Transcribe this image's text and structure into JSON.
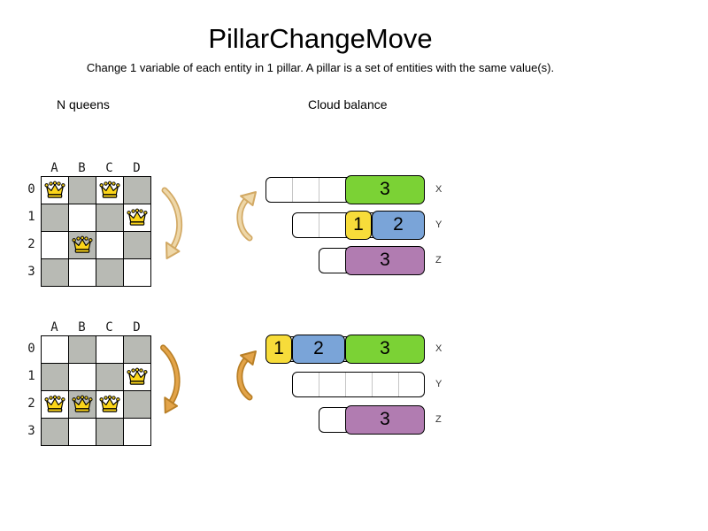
{
  "title": "PillarChangeMove",
  "subtitle": "Change 1 variable of each entity in 1 pillar. A pillar is a set of entities with the same value(s).",
  "sections": [
    {
      "label": "N queens"
    },
    {
      "label": "Cloud balance"
    }
  ],
  "icons": {
    "queen": "crown-queen-icon",
    "before_move_arrow": "curved-arrow-faded",
    "after_move_arrow": "curved-arrow-solid"
  },
  "colors": {
    "board_dark_square": "#b8bab4",
    "queen": "#fbd51a",
    "green": "#7bd235",
    "yellow": "#f7dc3a",
    "blue": "#7aa4d8",
    "purple": "#b17cb1",
    "arrow_faded_fill": "#eed7a8",
    "arrow_faded_edge": "#d2a964",
    "arrow_solid_fill": "#e3a449",
    "arrow_solid_edge": "#b97f26"
  },
  "nqueens": {
    "columns": [
      "A",
      "B",
      "C",
      "D"
    ],
    "rows": [
      "0",
      "1",
      "2",
      "3"
    ],
    "states": [
      {
        "name": "before",
        "queens": [
          {
            "col": "A",
            "row": "0"
          },
          {
            "col": "C",
            "row": "0"
          },
          {
            "col": "D",
            "row": "1"
          },
          {
            "col": "B",
            "row": "2"
          }
        ]
      },
      {
        "name": "after",
        "queens": [
          {
            "col": "D",
            "row": "1"
          },
          {
            "col": "A",
            "row": "2"
          },
          {
            "col": "B",
            "row": "2"
          },
          {
            "col": "C",
            "row": "2"
          }
        ]
      }
    ]
  },
  "cloudbalance": {
    "states": [
      {
        "name": "before",
        "computers": [
          {
            "label": "X",
            "capacity": 6,
            "processes": [
              {
                "value": "3",
                "size": 3,
                "color": "green"
              }
            ]
          },
          {
            "label": "Y",
            "capacity": 5,
            "processes": [
              {
                "value": "1",
                "size": 1,
                "color": "yellow"
              },
              {
                "value": "2",
                "size": 2,
                "color": "blue"
              }
            ]
          },
          {
            "label": "Z",
            "capacity": 4,
            "processes": [
              {
                "value": "3",
                "size": 3,
                "color": "purple"
              }
            ]
          }
        ]
      },
      {
        "name": "after",
        "computers": [
          {
            "label": "X",
            "capacity": 6,
            "processes": [
              {
                "value": "1",
                "size": 1,
                "color": "yellow"
              },
              {
                "value": "2",
                "size": 2,
                "color": "blue"
              },
              {
                "value": "3",
                "size": 3,
                "color": "green"
              }
            ]
          },
          {
            "label": "Y",
            "capacity": 5,
            "processes": []
          },
          {
            "label": "Z",
            "capacity": 4,
            "processes": [
              {
                "value": "3",
                "size": 3,
                "color": "purple"
              }
            ]
          }
        ]
      }
    ]
  }
}
